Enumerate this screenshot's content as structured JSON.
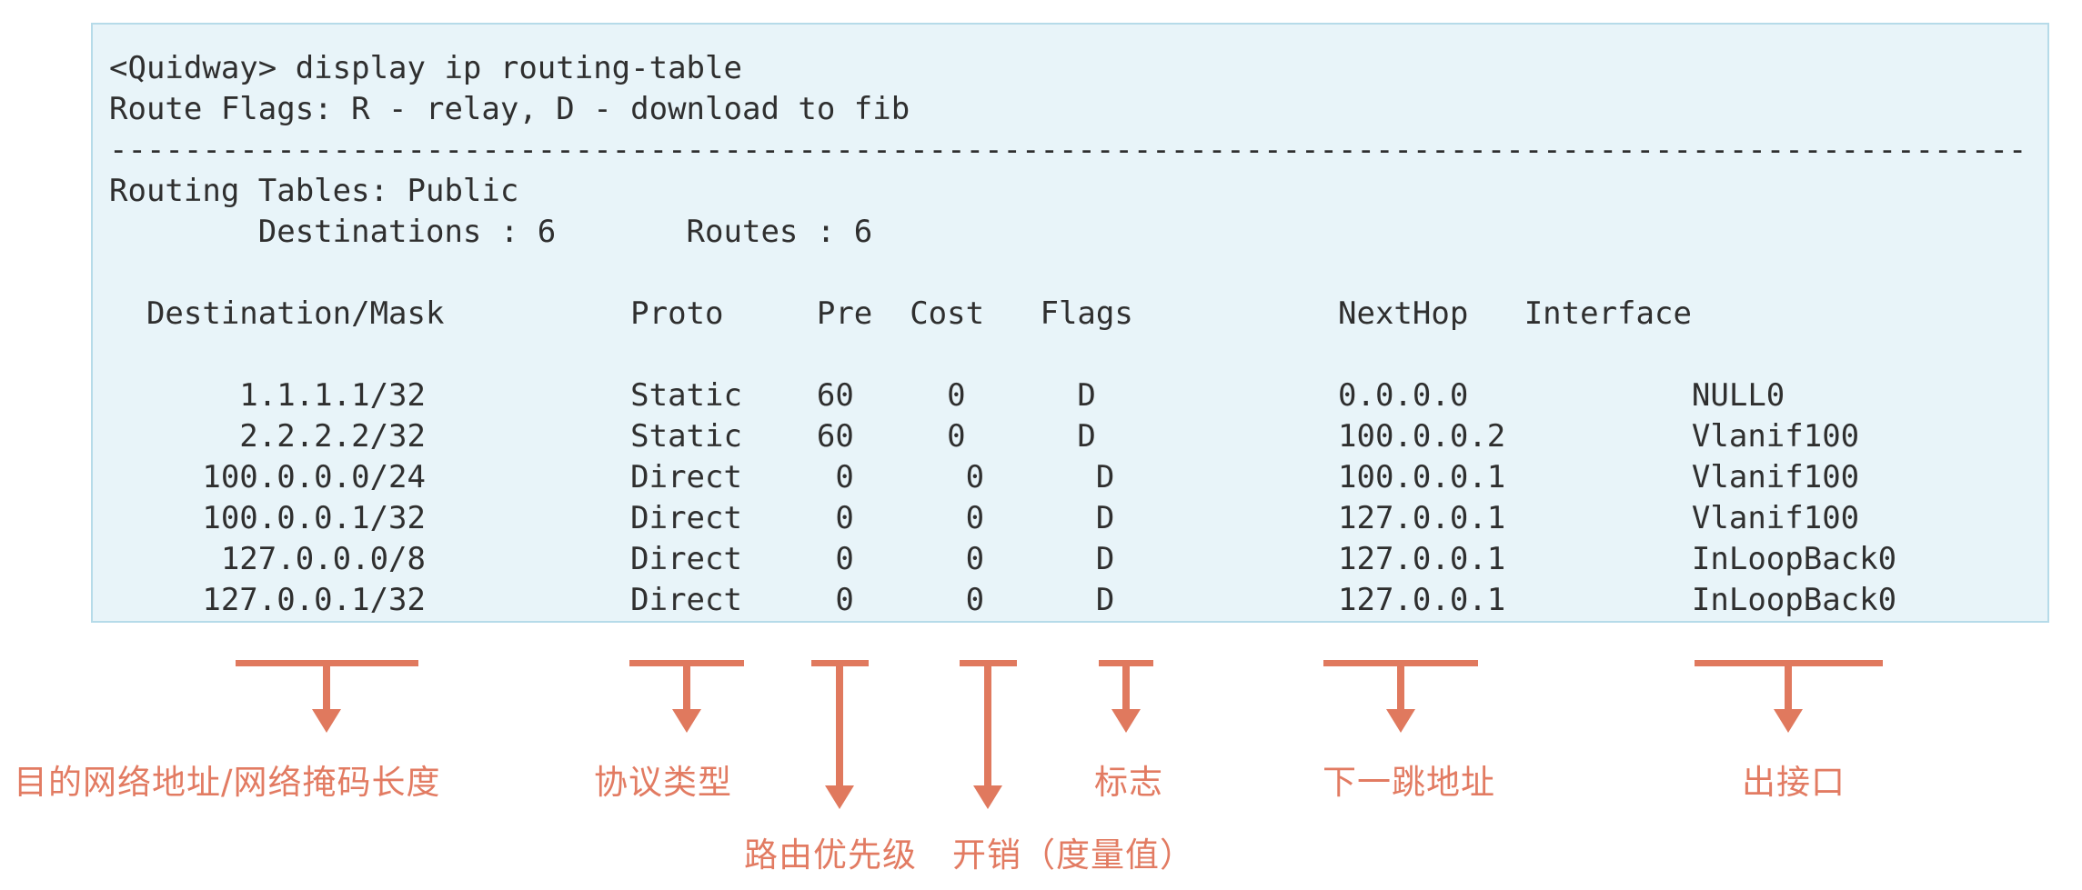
{
  "terminal": {
    "command_prompt": "<Quidway>",
    "command": "display ip routing-table",
    "screen_lines": [
      "<Quidway> display ip routing-table",
      "Route Flags: R - relay, D - download to fib",
      "-------------------------------------------------------------------------------------------------------",
      "Routing Tables: Public",
      "        Destinations : 6       Routes : 6",
      "",
      "  Destination/Mask          Proto     Pre  Cost   Flags           NextHop   Interface",
      "",
      "       1.1.1.1/32           Static    60     0      D             0.0.0.0            NULL0",
      "       2.2.2.2/32           Static    60     0      D             100.0.0.2          Vlanif100",
      "     100.0.0.0/24           Direct     0      0      D            100.0.0.1          Vlanif100",
      "     100.0.0.1/32           Direct     0      0      D            127.0.0.1          Vlanif100",
      "      127.0.0.0/8           Direct     0      0      D            127.0.0.1          InLoopBack0",
      "     127.0.0.1/32           Direct     0      0      D            127.0.0.1          InLoopBack0"
    ]
  },
  "routing_table": {
    "route_flags_legend": "R - relay, D - download to fib",
    "table_name": "Public",
    "destinations": 6,
    "routes": 6,
    "headers": [
      "Destination/Mask",
      "Proto",
      "Pre",
      "Cost",
      "Flags",
      "NextHop",
      "Interface"
    ],
    "rows": [
      [
        "1.1.1.1/32",
        "Static",
        "60",
        "0",
        "D",
        "0.0.0.0",
        "NULL0"
      ],
      [
        "2.2.2.2/32",
        "Static",
        "60",
        "0",
        "D",
        "100.0.0.2",
        "Vlanif100"
      ],
      [
        "100.0.0.0/24",
        "Direct",
        "0",
        "0",
        "D",
        "100.0.0.1",
        "Vlanif100"
      ],
      [
        "100.0.0.1/32",
        "Direct",
        "0",
        "0",
        "D",
        "127.0.0.1",
        "Vlanif100"
      ],
      [
        "127.0.0.0/8",
        "Direct",
        "0",
        "0",
        "D",
        "127.0.0.1",
        "InLoopBack0"
      ],
      [
        "127.0.0.1/32",
        "Direct",
        "0",
        "0",
        "D",
        "127.0.0.1",
        "InLoopBack0"
      ]
    ]
  },
  "annotations": [
    {
      "column": "Destination/Mask",
      "label": "目的网络地址/网络掩码长度"
    },
    {
      "column": "Proto",
      "label": "协议类型"
    },
    {
      "column": "Pre",
      "label": "路由优先级"
    },
    {
      "column": "Cost",
      "label": "开销（度量值）"
    },
    {
      "column": "Flags",
      "label": "标志"
    },
    {
      "column": "NextHop",
      "label": "下一跳地址"
    },
    {
      "column": "Interface",
      "label": "出接口"
    }
  ],
  "colors": {
    "annotation_arrow": "#e0795e",
    "annotation_text": "#e27b62",
    "terminal_background": "#e8f4f9",
    "terminal_border": "#b6dbe9",
    "terminal_text": "#2f2f2f"
  }
}
